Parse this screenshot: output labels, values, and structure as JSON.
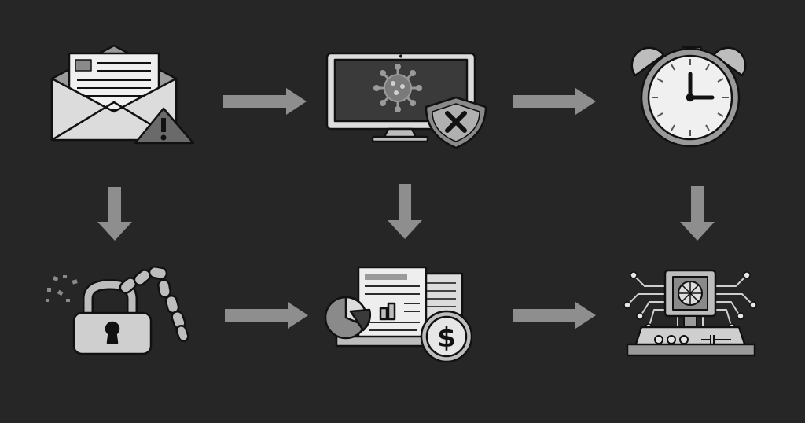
{
  "colors": {
    "background": "#262626",
    "arrow": "#8e8e8e",
    "icon_fill": "#e6e6e6",
    "icon_mid": "#a8a8a8",
    "icon_dark": "#3a3a3a",
    "outline": "#111111"
  },
  "nodes": [
    {
      "id": "phishing-email",
      "icon": "envelope-warning-icon"
    },
    {
      "id": "malware-infection",
      "icon": "monitor-virus-shield-icon"
    },
    {
      "id": "time-elapsed",
      "icon": "alarm-clock-icon"
    },
    {
      "id": "data-locked",
      "icon": "padlock-chain-icon"
    },
    {
      "id": "ransom-payment",
      "icon": "documents-dollar-icon"
    },
    {
      "id": "system-compromise",
      "icon": "circuit-chip-icon"
    }
  ],
  "edges": [
    {
      "from": "phishing-email",
      "to": "malware-infection",
      "direction": "right"
    },
    {
      "from": "malware-infection",
      "to": "time-elapsed",
      "direction": "right"
    },
    {
      "from": "phishing-email",
      "to": "data-locked",
      "direction": "down"
    },
    {
      "from": "malware-infection",
      "to": "ransom-payment",
      "direction": "down"
    },
    {
      "from": "time-elapsed",
      "to": "system-compromise",
      "direction": "down"
    },
    {
      "from": "data-locked",
      "to": "ransom-payment",
      "direction": "right"
    },
    {
      "from": "ransom-payment",
      "to": "system-compromise",
      "direction": "right"
    }
  ]
}
